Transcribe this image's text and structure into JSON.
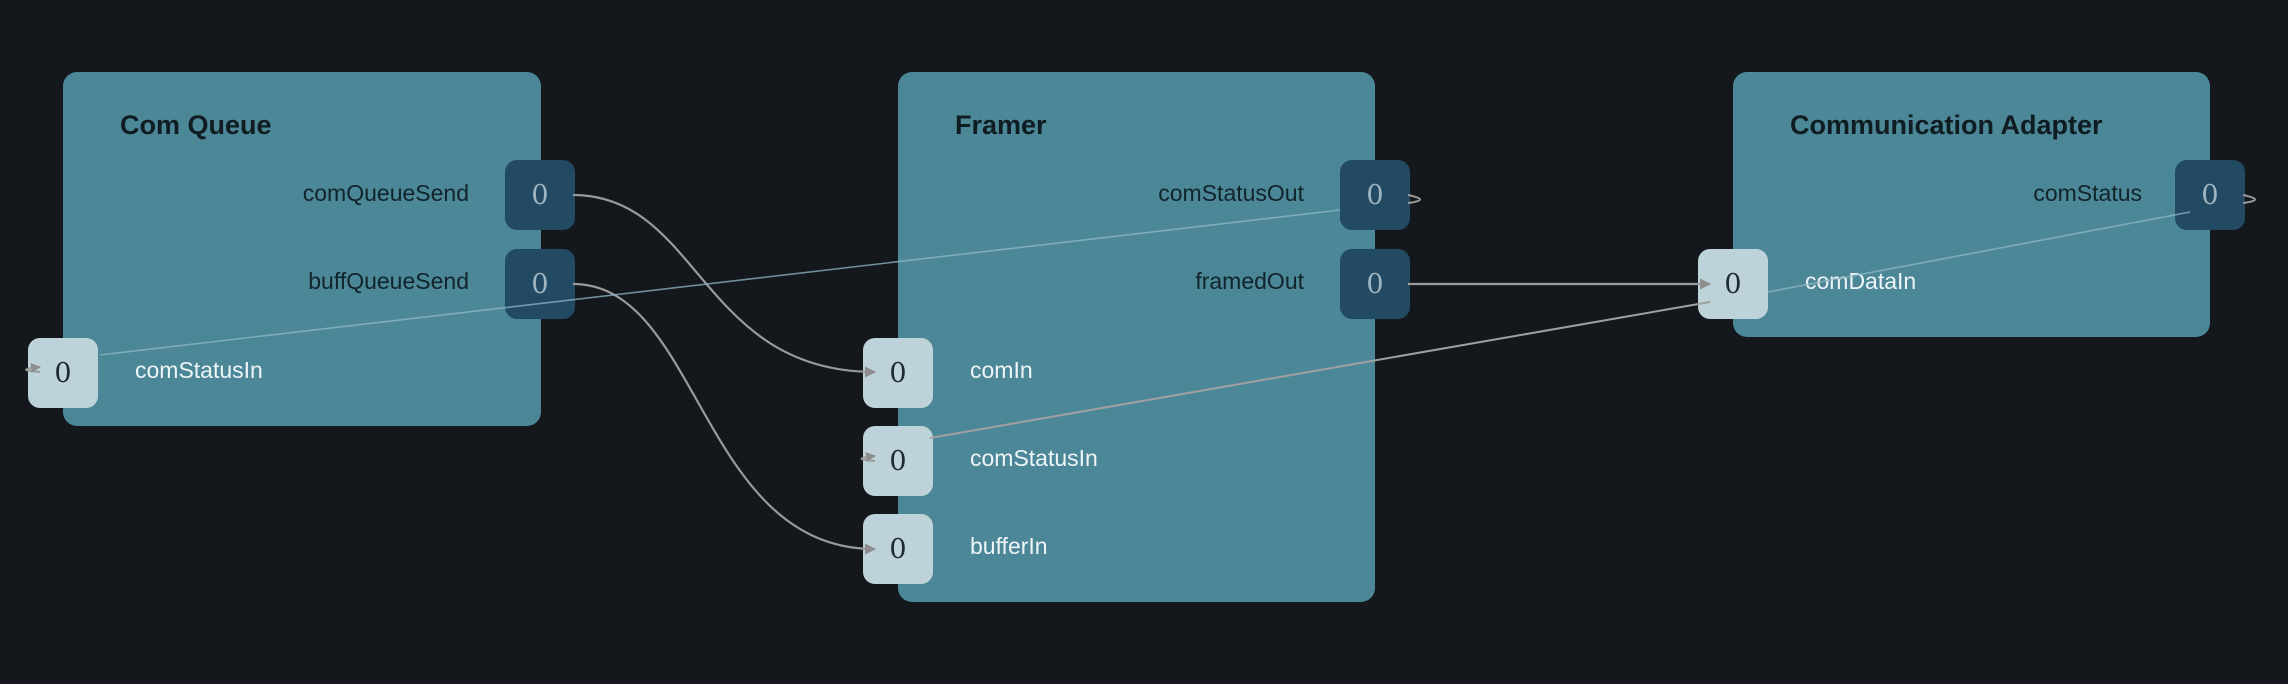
{
  "nodes": {
    "com_queue": {
      "title": "Com Queue",
      "ports": {
        "comQueueSend": {
          "label": "comQueueSend",
          "value": "0"
        },
        "buffQueueSend": {
          "label": "buffQueueSend",
          "value": "0"
        },
        "comStatusIn": {
          "label": "comStatusIn",
          "value": "0"
        }
      }
    },
    "framer": {
      "title": "Framer",
      "ports": {
        "comStatusOut": {
          "label": "comStatusOut",
          "value": "0"
        },
        "framedOut": {
          "label": "framedOut",
          "value": "0"
        },
        "comIn": {
          "label": "comIn",
          "value": "0"
        },
        "comStatusIn": {
          "label": "comStatusIn",
          "value": "0"
        },
        "bufferIn": {
          "label": "bufferIn",
          "value": "0"
        }
      }
    },
    "comm_adapter": {
      "title": "Communication Adapter",
      "ports": {
        "comStatus": {
          "label": "comStatus",
          "value": "0"
        },
        "comDataIn": {
          "label": "comDataIn",
          "value": "0"
        }
      }
    }
  },
  "connections": [
    {
      "from": "Com Queue.comQueueSend",
      "to": "Framer.comIn"
    },
    {
      "from": "Com Queue.buffQueueSend",
      "to": "Framer.bufferIn"
    },
    {
      "from": "Framer.comStatusOut",
      "to": "Com Queue.comStatusIn"
    },
    {
      "from": "Framer.framedOut",
      "to": "Communication Adapter.comDataIn"
    },
    {
      "from": "Communication Adapter.comStatus",
      "to": "Framer.comStatusIn"
    }
  ],
  "colors": {
    "background": "#14171c",
    "node": "#4c8797",
    "out_port": "#224a62",
    "in_port": "#bed3d9",
    "edge": "#9a9a9a",
    "status_edge": "#8fb8c4"
  }
}
